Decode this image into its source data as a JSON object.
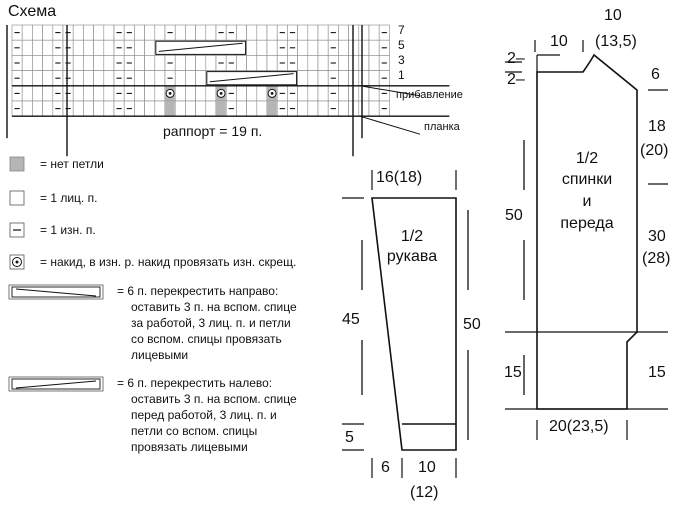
{
  "chart": {
    "title": "Схема",
    "row_numbers": [
      "7",
      "5",
      "3",
      "1"
    ],
    "right_labels": [
      "прибавление",
      "планка"
    ],
    "rapport": "раппорт = 19 п."
  },
  "legend": [
    {
      "symbol": "gray-square",
      "text": "= нет петли"
    },
    {
      "symbol": "white-square",
      "text": "= 1 лиц. п."
    },
    {
      "symbol": "dash-square",
      "text": "= 1 изн. п."
    },
    {
      "symbol": "circle-dot-square",
      "text": "= накид, в изн. р. накид провязать изн. скрещ."
    },
    {
      "symbol": "cable-right",
      "text": "= 6 п. перекрестить направо: оставить 3 п. на вспом. спице за работой, 3 лиц. п. и петли со вспом. спицы провязать лицевыми"
    },
    {
      "symbol": "cable-left",
      "text": "= 6 п. перекрестить налево: оставить 3 п. на вспом. спице перед работой, 3 лиц. п. и петли со вспом. спицы провязать лицевыми"
    }
  ],
  "legend_lines": {
    "cable_right": [
      "= 6 п. перекрестить направо:",
      "оставить 3 п. на вспом. спице",
      "за работой, 3 лиц. п. и петли",
      "со вспом. спицы провязать",
      "лицевыми"
    ],
    "cable_left": [
      "= 6 п. перекрестить налево:",
      "оставить 3 п. на вспом. спице",
      "перед работой, 3 лиц. п. и",
      "петли со вспом. спицы",
      "провязать лицевыми"
    ]
  },
  "sleeve": {
    "label_line1": "1/2",
    "label_line2": "рукава",
    "top_width": "16(18)",
    "left_height": "45",
    "right_height": "50",
    "cuff_height": "5",
    "bottom_left": "6",
    "bottom_right_line1": "10",
    "bottom_right_line2": "(12)"
  },
  "body_piece": {
    "label_line1": "1/2",
    "label_line2": "спинки",
    "label_line3": "и",
    "label_line4": "переда",
    "top_total": "10",
    "neck_width": "10",
    "shoulder_width": "(13,5)",
    "neck_depth_1": "2–",
    "neck_depth_2": "2–",
    "shoulder_drop": "6",
    "armhole_line1": "18",
    "armhole_line2": "(20)",
    "left_height": "50",
    "side_line1": "30",
    "side_line2": "(28)",
    "hem_left": "15",
    "hem_right": "15",
    "bottom_width": "20(23,5)"
  }
}
